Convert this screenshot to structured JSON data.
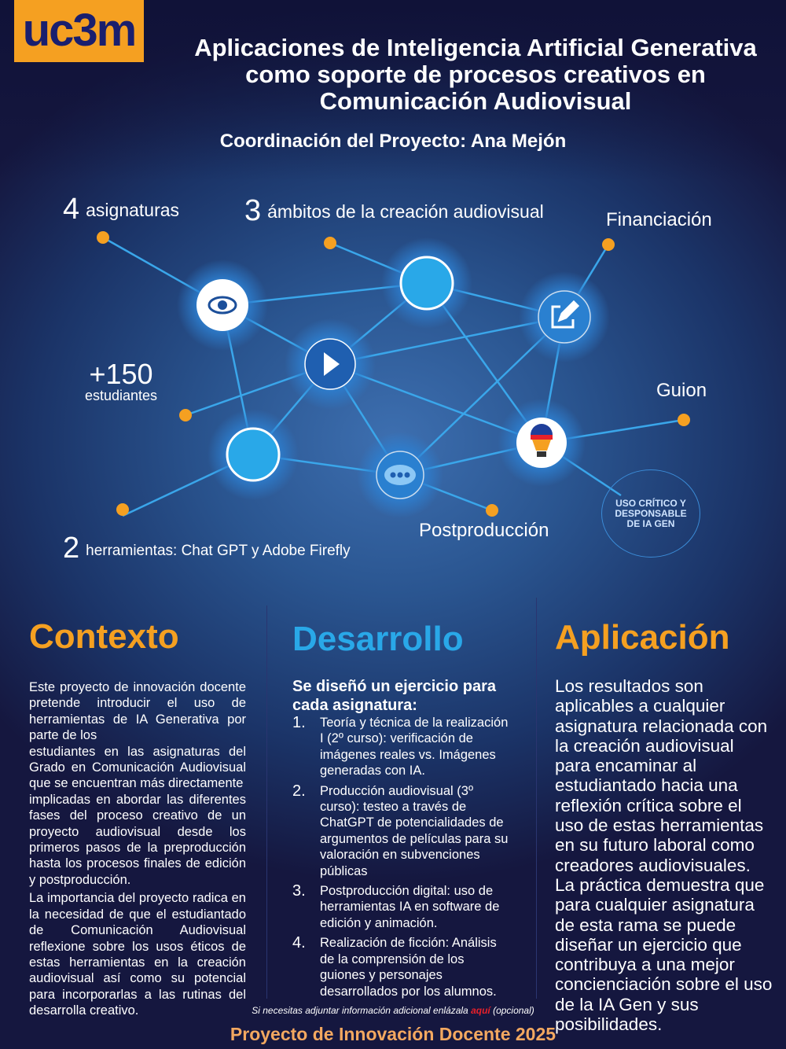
{
  "logo": "uc3m",
  "title": [
    "Aplicaciones de Inteligencia Artificial Generativa",
    "como soporte de procesos creativos en",
    "Comunicación Audiovisual"
  ],
  "coordination": "Coordinación del Proyecto: Ana Mejón",
  "stats": {
    "asignaturas": {
      "num": "4",
      "label": "asignaturas"
    },
    "ambitos": {
      "num": "3",
      "label": "ámbitos de la creación audiovisual"
    },
    "estudiantes": {
      "num": "+150",
      "label": "estudiantes"
    },
    "herramientas": {
      "num": "2",
      "label": "herramientas: Chat GPT y Adobe Firefly"
    }
  },
  "network_labels": {
    "financiacion": "Financiación",
    "guion": "Guion",
    "postproduccion": "Postproducción"
  },
  "badge": "USO CRÍTICO Y DESPONSABLE DE IA GEN",
  "colors": {
    "orange": "#f5a021",
    "blue": "#29a8e8",
    "background": "#15173f"
  },
  "contexto": {
    "heading": "Contexto",
    "p1": "Este proyecto de innovación docente pretende introducir el uso de herramientas de IA Generativa por parte de los",
    "p1b": "estudiantes en las asignaturas del Grado en Comunicación Audiovisual que se encuentran más directamente",
    "p1c": "implicadas en abordar las diferentes fases del proceso creativo de un proyecto audiovisual desde los primeros pasos de la preproducción hasta los procesos finales de edición y postproducción.",
    "p2": "La importancia del proyecto radica en la necesidad de que el estudiantado de Comunicación Audiovisual reflexione sobre los usos éticos de estas herramientas en la creación audiovisual así como su potencial para incorporarlas a las rutinas del desarrolla creativo."
  },
  "desarrollo": {
    "heading": "Desarrollo",
    "intro": "Se diseñó un ejercicio para cada asignatura:",
    "items": [
      {
        "n": "1.",
        "text": "Teoría y técnica de la realización I (2º curso): verificación de imágenes reales vs. Imágenes generadas con IA."
      },
      {
        "n": "2.",
        "text": "Producción audiovisual (3º curso): testeo a través de ChatGPT de potencialidades de argumentos de películas para su valoración en subvenciones públicas"
      },
      {
        "n": "3.",
        "text": "Postproducción digital: uso de herramientas IA en software de edición y animación."
      },
      {
        "n": "4.",
        "text": "Realización de ficción: Análisis de la comprensión de los guiones y personajes desarrollados por los alumnos."
      }
    ]
  },
  "aplicacion": {
    "heading": "Aplicación",
    "text": "Los resultados son aplicables a cualquier asignatura relacionada con la creación audiovisual para encaminar al estudiantado hacia una reflexión crítica sobre el uso de estas herramientas en su futuro laboral como creadores audiovisuales. La práctica demuestra que para cualquier asignatura de esta rama se puede diseñar un ejercicio que contribuya a una mejor concienciación sobre el uso de la IA Gen y sus posibilidades."
  },
  "note": {
    "before": "Si necesitas adjuntar información adicional enlázala ",
    "link": "aquí",
    "after": " (opcional)"
  },
  "footer": "Proyecto de Innovación Docente 2025"
}
